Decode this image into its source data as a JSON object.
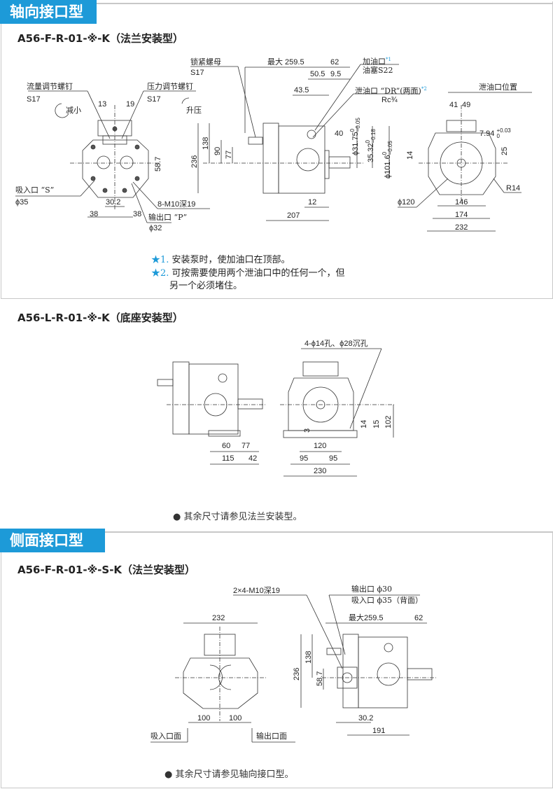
{
  "colors": {
    "accent": "#1d9ad8"
  },
  "sections": [
    {
      "header": "轴向接口型",
      "title": "A56-F-R-01-※-K（法兰安装型）",
      "labels": {
        "flow_screw": "流量调节螺钉",
        "flow_s17": "S17",
        "decrease": "减小",
        "pressure_screw": "压力调节螺钉",
        "pressure_s17": "S17",
        "increase": "升压",
        "d13": "13",
        "d19": "19",
        "d58_7": "58.7",
        "suction": "吸入口 “S”",
        "suction_dia": "ϕ35",
        "d30_2": "30.2",
        "m10": "8-M10深19",
        "d38a": "38",
        "d38b": "38",
        "outlet": "输出口 “P”",
        "outlet_dia": "ϕ32",
        "locknut": "锁紧螺母",
        "locknut_s17": "S17",
        "max259": "最大 259.5",
        "d62": "62",
        "d50_5": "50.5",
        "d9_5": "9.5",
        "d43_5": "43.5",
        "fill": "加油口",
        "fill_star": "*1",
        "plug": "油塞S22",
        "drain": "泄油口 “DR”(两面)",
        "drain_star": "*2",
        "rc": "Rc¾",
        "d236": "236",
        "d138": "138",
        "d90": "90",
        "d77": "77",
        "d40": "40",
        "d31_75": "ϕ31.75",
        "d31_tol_u": "0",
        "d31_tol_l": "−0.05",
        "d35_32": "35.32",
        "d35_tol_u": "0",
        "d35_tol_l": "−0.18",
        "d101_6": "ϕ101.6",
        "d101_tol_u": "0",
        "d101_tol_l": "−0.05",
        "d12": "12",
        "d207": "207",
        "drain_pos": "泄油口位置",
        "d41": "41",
        "d49": "49",
        "d7_94": "7.94",
        "d7_tol_u": "+0.03",
        "d7_tol_l": "0",
        "d14": "14",
        "d25": "25",
        "r14": "R14",
        "d120": "ϕ120",
        "d146": "146",
        "d174": "174",
        "d232": "232"
      },
      "notes": [
        {
          "mark": "★1.",
          "text": "安装泵时，使加油口在顶部。"
        },
        {
          "mark": "★2.",
          "text": "可按需要使用两个泄油口中的任何一个，但"
        },
        {
          "mark": "",
          "text": "另一个必须堵住。"
        }
      ]
    },
    {
      "title": "A56-L-R-01-※-K（底座安装型）",
      "labels": {
        "holes": "4-ϕ14孔、ϕ28沉孔",
        "d60": "60",
        "d77": "77",
        "d115": "115",
        "d42": "42",
        "d3": "3",
        "d120": "120",
        "d14": "14",
        "d15": "15",
        "d102": "102",
        "d95a": "95",
        "d95b": "95",
        "d230": "230"
      },
      "note": "● 其余尺寸请参见法兰安装型。"
    },
    {
      "header": "侧面接口型",
      "title": "A56-F-R-01-※-S-K（法兰安装型）",
      "labels": {
        "m10": "2×4-M10深19",
        "outlet": "输出口 ϕ30",
        "suction": "吸入口 ϕ35（背面）",
        "d232": "232",
        "max259": "最大259.5",
        "d62": "62",
        "d236": "236",
        "d138": "138",
        "d58_7": "58.7",
        "d100a": "100",
        "d100b": "100",
        "d30_2": "30.2",
        "d191": "191",
        "suction_face": "吸入口面",
        "outlet_face": "输出口面"
      },
      "note": "● 其余尺寸请参见轴向接口型。"
    }
  ]
}
